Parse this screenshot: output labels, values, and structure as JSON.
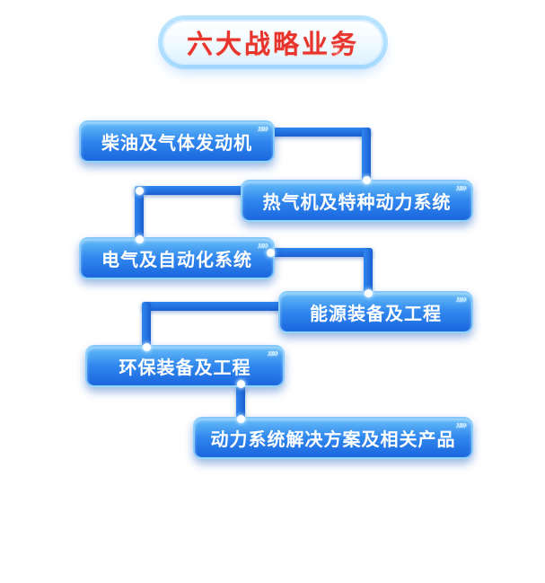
{
  "title": {
    "label": "六大战略业务"
  },
  "boxes": [
    {
      "label": "柴油及气体发动机"
    },
    {
      "label": "热气机及特种动力系统"
    },
    {
      "label": "电气及自动化系统"
    },
    {
      "label": "能源装备及工程"
    },
    {
      "label": "环保装备及工程"
    },
    {
      "label": "动力系统解决方案及相关产品"
    }
  ],
  "icons": {
    "chevrons": "»»",
    "sparkle": "✦"
  },
  "colors": {
    "title_text": "#e7342c",
    "box_gradient_top": "#66bdf8",
    "box_gradient_bottom": "#1b66de",
    "connector": "#1f6fe2",
    "glow": "#9fd9ff",
    "background": "#ffffff"
  }
}
